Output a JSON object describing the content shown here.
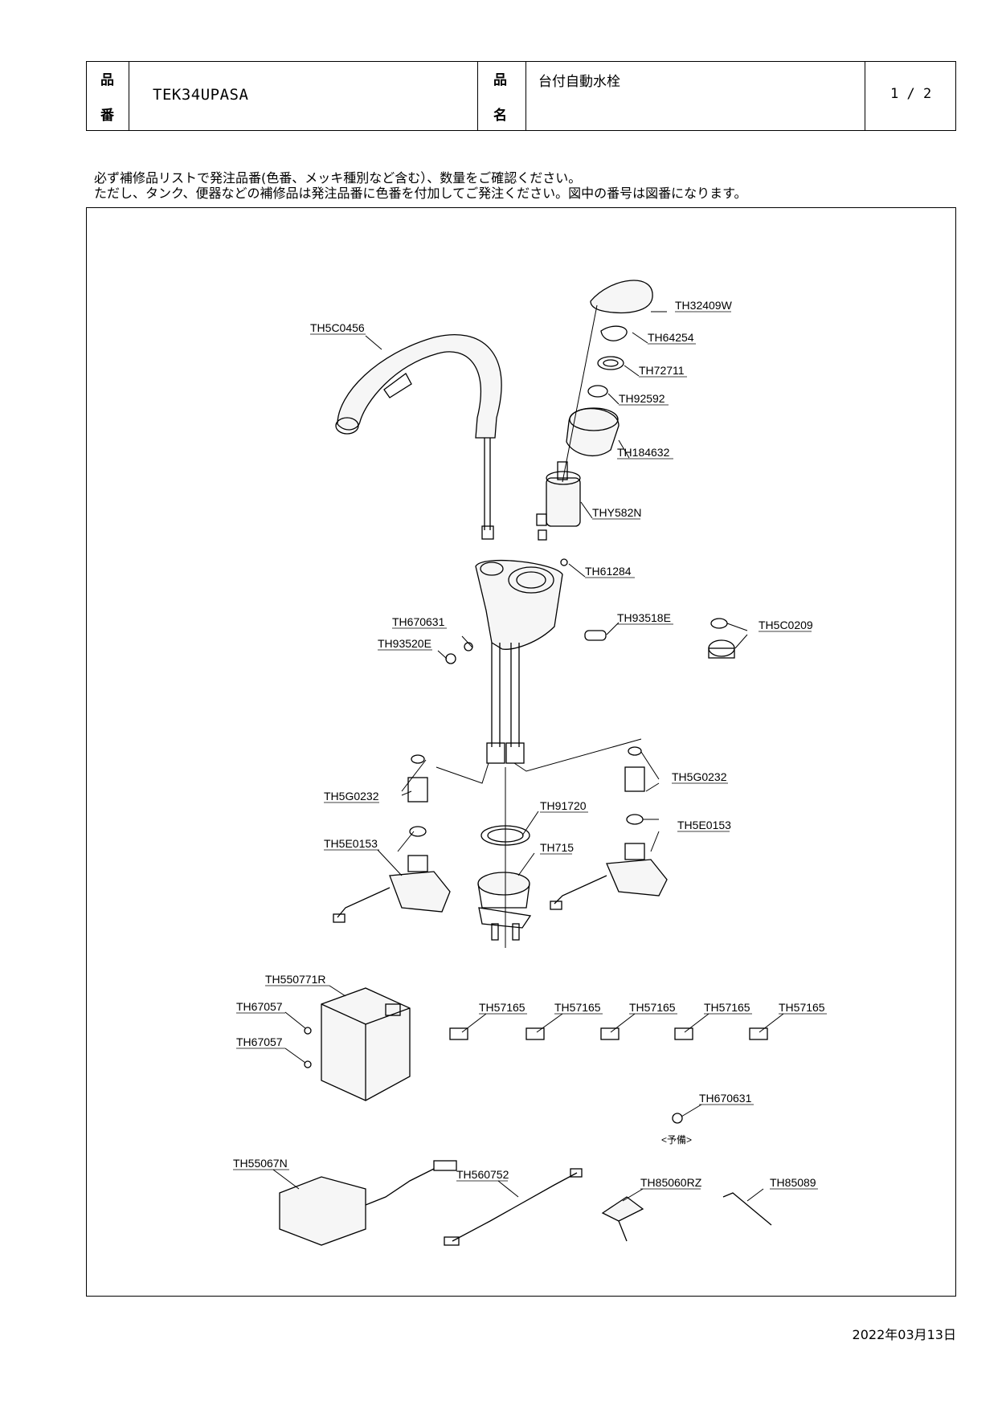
{
  "header": {
    "label_hin": "品",
    "label_ban": "番",
    "label_hin2": "品",
    "label_mei": "名",
    "part_number": "TEK34UPASA",
    "product_name": "台付自動水栓",
    "page": "1 / 2"
  },
  "notes": [
    "必ず補修品リストで発注品番(色番、メッキ種別など含む）、数量をご確認ください。",
    "ただし、タンク、便器などの補修品は発注品番に色番を付加してご発注ください。図中の番号は図番になります。"
  ],
  "parts": {
    "spout": "TH5C0456",
    "handle": "TH32409W",
    "clip": "TH64254",
    "ring1": "TH72711",
    "cap": "TH92592",
    "cover": "TH184632",
    "cartridge": "THY582N",
    "screw1": "TH61284",
    "plug1": "TH670631",
    "plug2": "TH93520E",
    "plate": "TH93518E",
    "aerator": "TH5C0209",
    "gasket_l": "TH5G0232",
    "check_l": "TH5E0153",
    "gasket_r": "TH5G0232",
    "check_r": "TH5E0153",
    "packing": "TH91720",
    "mount": "TH715",
    "controller": "TH550771R",
    "screw_a": "TH67057",
    "screw_b": "TH67057",
    "clip_1": "TH57165",
    "clip_2": "TH57165",
    "clip_3": "TH57165",
    "clip_4": "TH57165",
    "clip_5": "TH57165",
    "spare_plug": "TH670631",
    "spare_note": "<予備>",
    "adapter": "TH55067N",
    "cable": "TH560752",
    "key": "TH85060RZ",
    "hex_wrench": "TH85089"
  },
  "date": "2022年03月13日"
}
